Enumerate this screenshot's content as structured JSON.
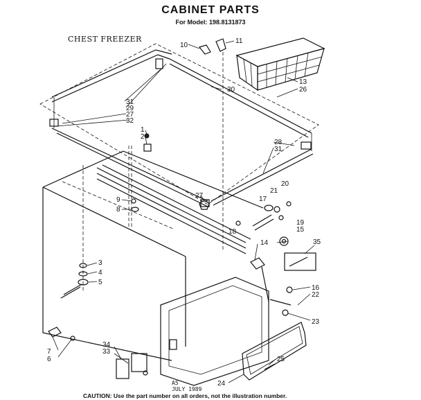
{
  "title": "CABINET PARTS",
  "model_line": "For Model: 198.8131873",
  "subtitle": "CHEST FREEZER",
  "date_code": {
    "line1": "A5",
    "line2": "JULY 1989"
  },
  "caution": "CAUTION: Use the part number on all orders, not the illustration number.",
  "callouts": {
    "c10": "10",
    "c11": "11",
    "c13": "13",
    "c26": "26",
    "c30": "30",
    "c31a": "31",
    "c29": "29",
    "c27a": "27",
    "c32": "32",
    "c1": "1",
    "c2": "2",
    "c28": "28",
    "c31b": "31",
    "c9": "9",
    "c8": "8",
    "c27b": "27",
    "c17": "17",
    "c21": "21",
    "c20": "20",
    "c18": "18",
    "c19": "19",
    "c15": "15",
    "c14": "14",
    "c35": "35",
    "c3": "3",
    "c4": "4",
    "c5": "5",
    "c16": "16",
    "c22": "22",
    "c23": "23",
    "c34": "34",
    "c33": "33",
    "c7": "7",
    "c6": "6",
    "c25": "25",
    "c24": "24"
  }
}
